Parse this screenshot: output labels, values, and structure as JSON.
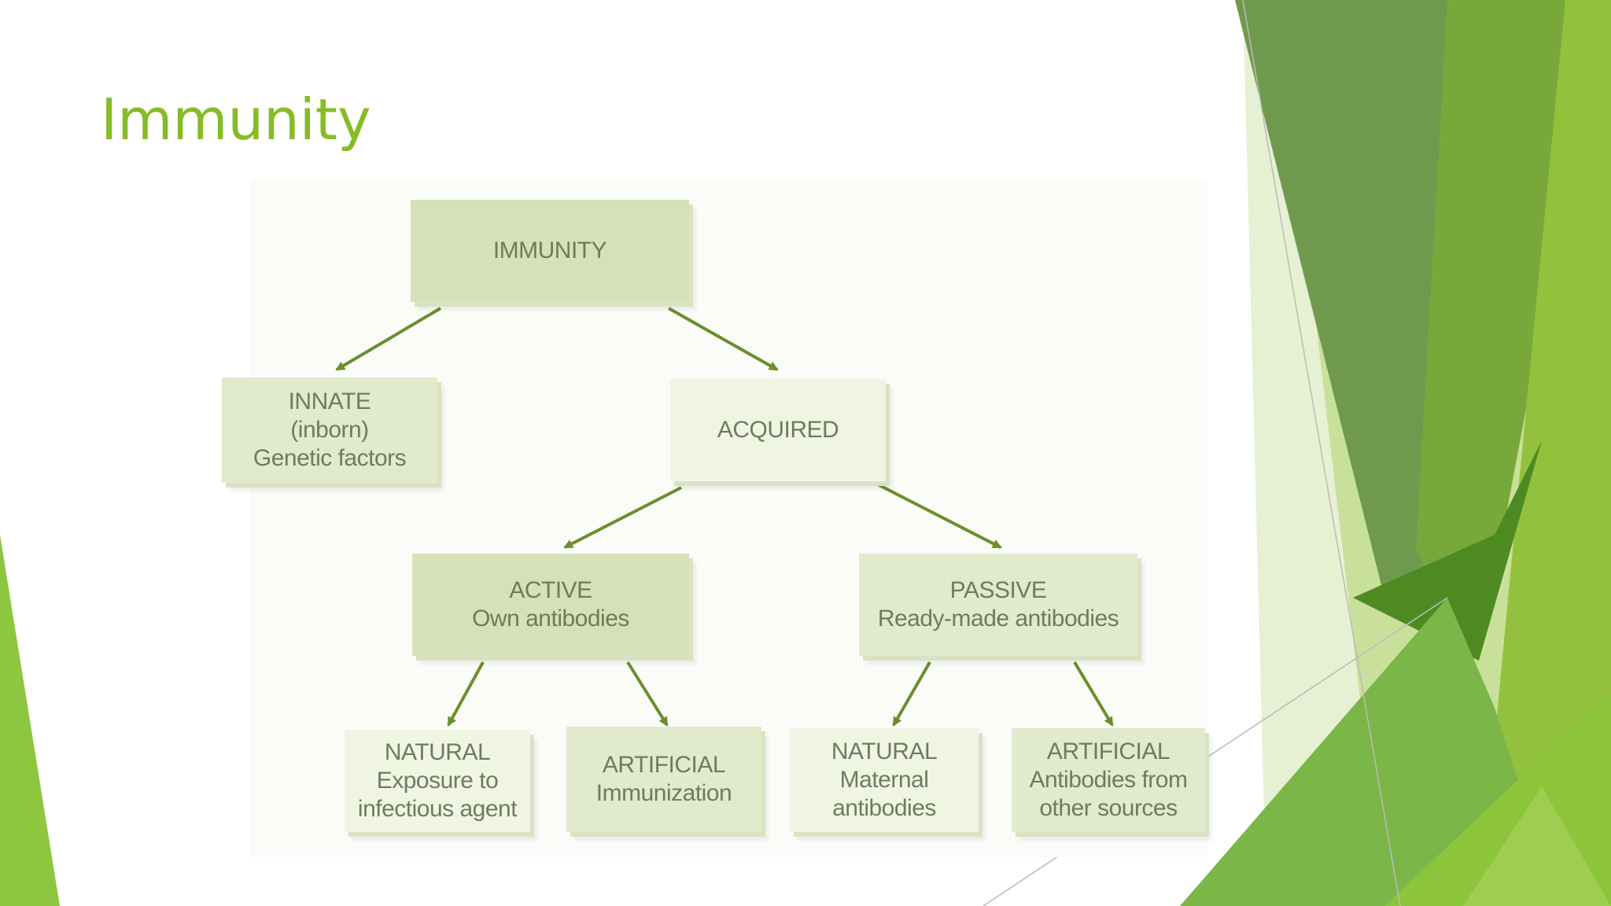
{
  "slide": {
    "title": "Immunity"
  },
  "colors": {
    "title": "#86bc25",
    "node_fill_light": "#f0f5e3",
    "node_fill_mid": "#e1ebcb",
    "node_fill_dark": "#d5e2b7",
    "node_text": "#6f7b5a",
    "arrow": "#6a8f2c"
  },
  "diagram": {
    "immunity": {
      "line1": "IMMUNITY"
    },
    "innate": {
      "line1": "INNATE",
      "line2": "(inborn)",
      "line3": "Genetic factors"
    },
    "acquired": {
      "line1": "ACQUIRED"
    },
    "active": {
      "line1": "ACTIVE",
      "line2": "Own antibodies"
    },
    "passive": {
      "line1": "PASSIVE",
      "line2": "Ready-made antibodies"
    },
    "active_natural": {
      "line1": "NATURAL",
      "line2": "Exposure to",
      "line3": "infectious agent"
    },
    "active_artificial": {
      "line1": "ARTIFICIAL",
      "line2": "Immunization"
    },
    "passive_natural": {
      "line1": "NATURAL",
      "line2": "Maternal",
      "line3": "antibodies"
    },
    "passive_artificial": {
      "line1": "ARTIFICIAL",
      "line2": "Antibodies from",
      "line3": "other sources"
    }
  }
}
